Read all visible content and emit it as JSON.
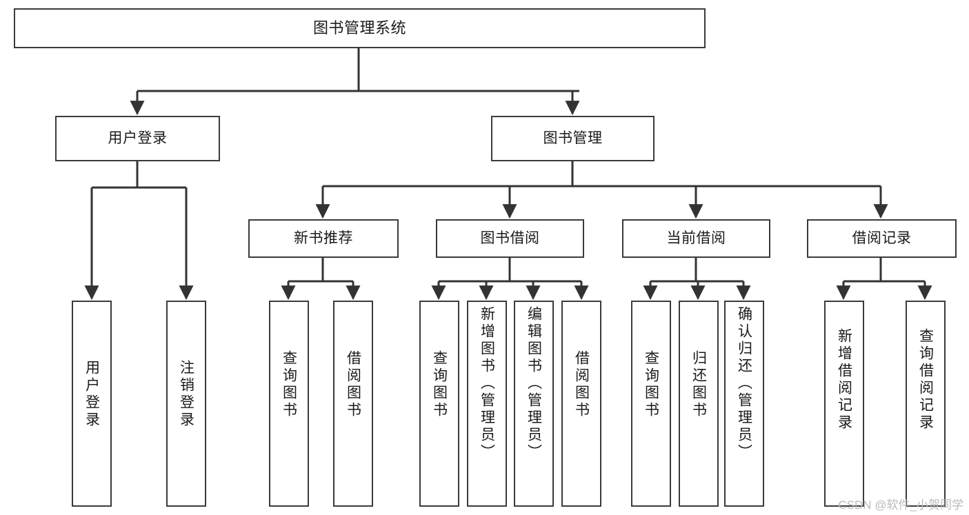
{
  "diagram": {
    "type": "tree-hierarchy",
    "title": "图书管理系统",
    "orientation": "top-down",
    "colors": {
      "box_stroke": "#3a3a3a",
      "box_fill": "#ffffff",
      "edge": "#333333",
      "text": "#1a1a1a",
      "watermark": "#b9b9b9"
    },
    "root": {
      "label": "图书管理系统"
    },
    "level2": [
      {
        "label": "用户登录"
      },
      {
        "label": "图书管理"
      }
    ],
    "level3": [
      {
        "label": "新书推荐"
      },
      {
        "label": "图书借阅"
      },
      {
        "label": "当前借阅"
      },
      {
        "label": "借阅记录"
      }
    ],
    "leaves": {
      "user_login": [
        {
          "label": "用户登录"
        },
        {
          "label": "注销登录"
        }
      ],
      "new_book_recommend": [
        {
          "label": "查询图书"
        },
        {
          "label": "借阅图书"
        }
      ],
      "book_borrow": [
        {
          "label": "查询图书"
        },
        {
          "label": "新增图书（管理员）"
        },
        {
          "label": "编辑图书（管理员）"
        },
        {
          "label": "借阅图书"
        }
      ],
      "current_borrow": [
        {
          "label": "查询图书"
        },
        {
          "label": "归还图书"
        },
        {
          "label": "确认归还（管理员）"
        }
      ],
      "borrow_records": [
        {
          "label": "新增借阅记录"
        },
        {
          "label": "查询借阅记录"
        }
      ]
    }
  },
  "watermark": {
    "text": "CSDN @软件_小贺同学"
  }
}
